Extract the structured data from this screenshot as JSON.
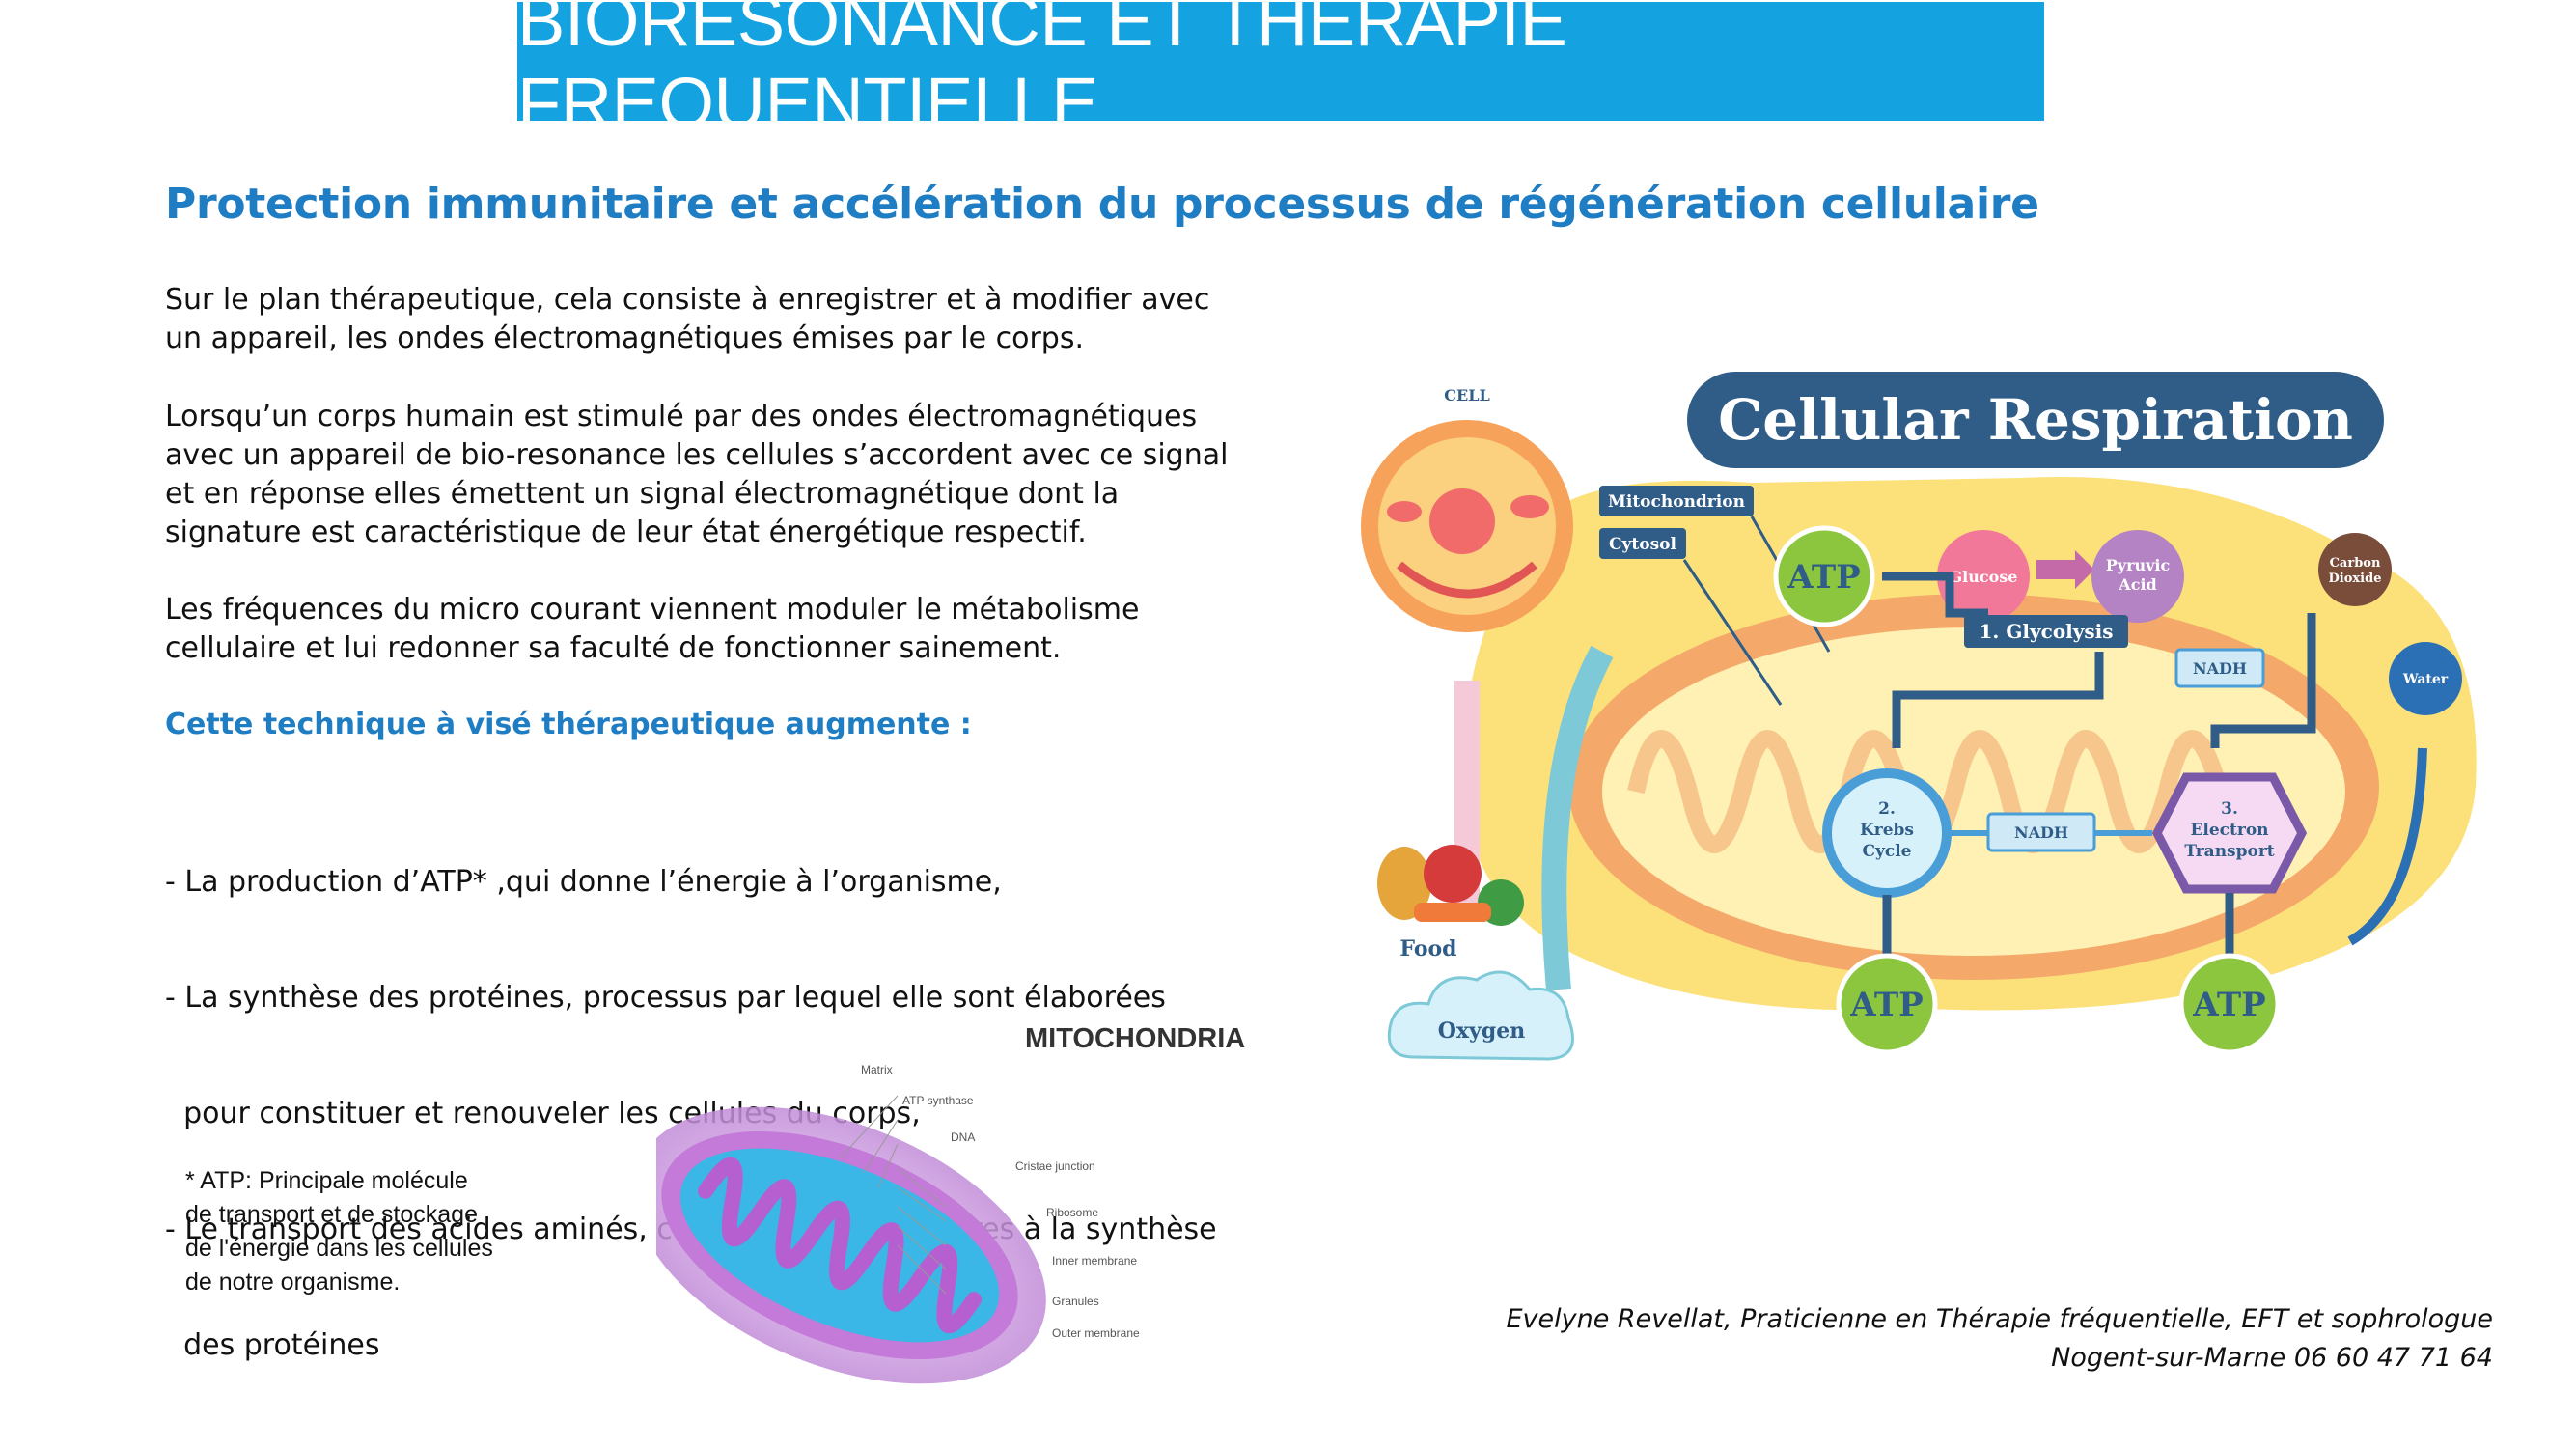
{
  "header": {
    "title": "BIORESONANCE ET THERAPIE FREQUENTIELLE"
  },
  "subtitle": "Protection immunitaire et accélération du processus de régénération cellulaire",
  "paragraphs": [
    "Sur le plan thérapeutique, cela consiste à enregistrer et à modifier avec\nun appareil, les ondes électromagnétiques émises par le corps.",
    "Lorsqu’un corps humain est stimulé par des ondes électromagnétiques\navec un appareil de bio-resonance les cellules s’accordent avec ce signal\net en réponse elles émettent un signal électromagnétique dont la\nsignature est caractéristique de leur état énergétique respectif.",
    "Les fréquences du micro courant viennent moduler le métabolisme\ncellulaire et lui redonner sa faculté de fonctionner sainement."
  ],
  "highlight": "Cette technique à visé thérapeutique augmente :",
  "list": [
    "- La production d’ATP* ,qui donne l’énergie à l’organisme,",
    "- La synthèse des protéines, processus par lequel elle sont élaborées",
    "  pour constituer et renouveler les cellules du corps,",
    "- Le transport des acides aminés, constituants nécessaires à la synthèse",
    "  des protéines"
  ],
  "footnote": "* ATP: Principale molécule\nde transport et de stockage\nde l'énergie dans les cellules\nde notre organisme.",
  "signature": {
    "line1": "Evelyne Revellat, Praticienne en Thérapie fréquentielle, EFT et sophrologue",
    "line2": "Nogent-sur-Marne 06 60 47 71 64"
  },
  "mitochondria": {
    "title": "MITOCHONDRIA",
    "labels": [
      "Matrix",
      "ATP synthase",
      "DNA",
      "Cristae junction",
      "Ribosome",
      "Inner membrane",
      "Granules",
      "Outer membrane"
    ]
  },
  "respiration": {
    "title": "Cellular Respiration",
    "cell": "CELL",
    "mitochondrion": "Mitochondrion",
    "cytosol": "Cytosol",
    "atp": "ATP",
    "glucose": "Glucose",
    "pyruvic": "Pyruvic",
    "acid": "Acid",
    "glycolysis": "1. Glycolysis",
    "carbon": "Carbon",
    "dioxide": "Dioxide",
    "water": "Water",
    "nadh": "NADH",
    "krebs_num": "2.",
    "krebs": "Krebs",
    "cycle": "Cycle",
    "et_num": "3.",
    "electron": "Electron",
    "transport": "Transport",
    "food": "Food",
    "oxygen": "Oxygen"
  },
  "colors": {
    "banner": "#14a3e0",
    "accent_text": "#1f7dc4",
    "respiration_title_bg": "#2f5d87"
  }
}
